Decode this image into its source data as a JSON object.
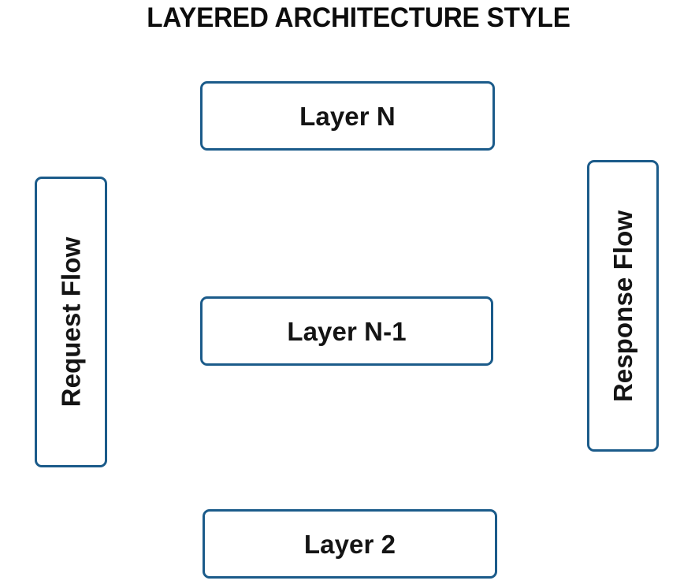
{
  "diagram": {
    "title": "LAYERED ARCHITECTURE STYLE",
    "background_color": "#ffffff",
    "border_color": "#1b5b8a",
    "text_color": "#141414",
    "nodes": {
      "layer_n": {
        "label": "Layer N"
      },
      "layer_n_minus_1": {
        "label": "Layer N-1"
      },
      "layer_2": {
        "label": "Layer 2"
      },
      "request_flow": {
        "label": "Request Flow",
        "orientation": "vertical-bottom-to-top"
      },
      "response_flow": {
        "label": "Response Flow",
        "orientation": "vertical-bottom-to-top"
      }
    }
  }
}
